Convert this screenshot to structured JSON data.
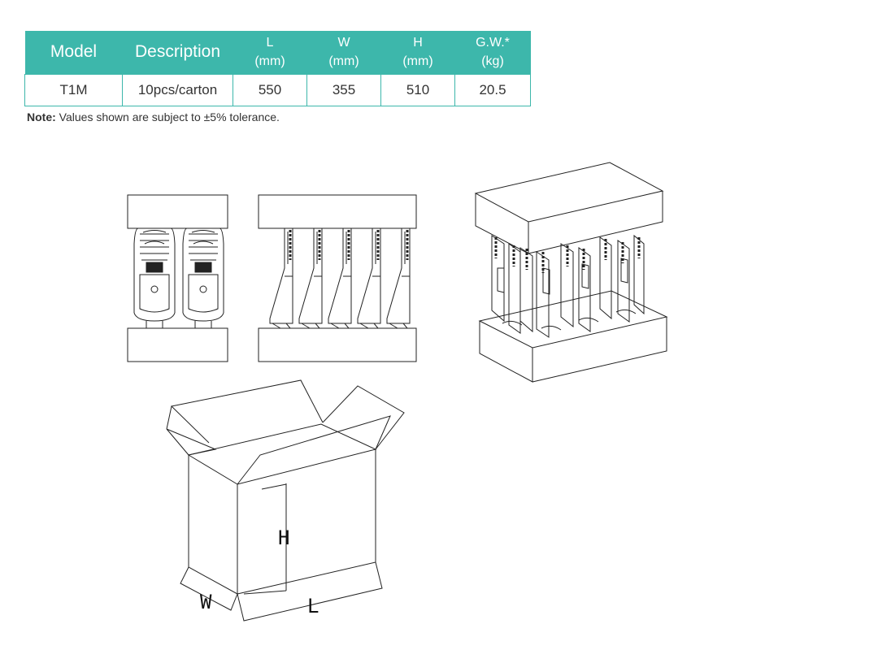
{
  "table": {
    "headers": [
      {
        "label": "Model",
        "unit": ""
      },
      {
        "label": "Description",
        "unit": ""
      },
      {
        "label": "L",
        "unit": "(mm)"
      },
      {
        "label": "W",
        "unit": "(mm)"
      },
      {
        "label": "H",
        "unit": "(mm)"
      },
      {
        "label": "G.W.*",
        "unit": "(kg)"
      }
    ],
    "row": [
      "T1M",
      "10pcs/carton",
      "550",
      "355",
      "510",
      "20.5"
    ]
  },
  "note": {
    "label": "Note:",
    "text": "Values shown are subject to ±5% tolerance."
  },
  "carton_labels": {
    "height": "H",
    "width": "W",
    "length": "L"
  },
  "colors": {
    "header_bg": "#3db7ab",
    "line": "#222222"
  }
}
